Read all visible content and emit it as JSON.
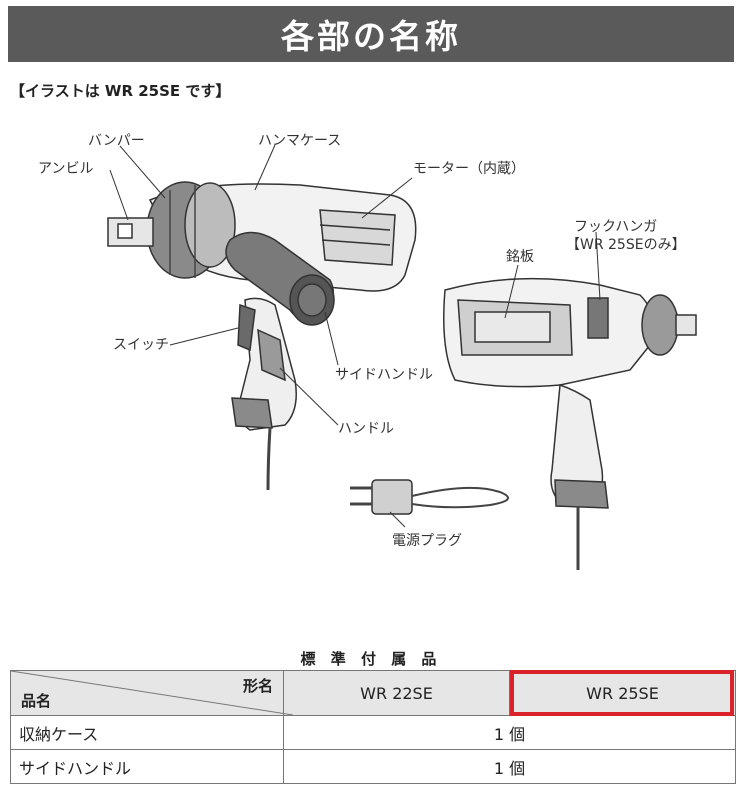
{
  "header": {
    "title": "各部の名称"
  },
  "note": "【イラストは WR 25SE です】",
  "parts": {
    "bumper": "バンパー",
    "hammer_case": "ハンマケース",
    "anvil": "アンビル",
    "motor": "モーター（内蔵）",
    "switch": "スイッチ",
    "side_handle": "サイドハンドル",
    "handle": "ハンドル",
    "hook_hanger_1": "フックハンガ",
    "hook_hanger_2": "【WR 25SEのみ】",
    "nameplate": "銘板",
    "power_plug": "電源プラグ"
  },
  "accessories": {
    "caption": "標 準 付 属 品",
    "col_item": "品名",
    "col_model": "形名",
    "models": [
      "WR 22SE",
      "WR 25SE"
    ],
    "rows": [
      {
        "name": "収納ケース",
        "qty": "1 個"
      },
      {
        "name": "サイドハンドル",
        "qty": "1 個"
      }
    ],
    "highlight_color": "#d9222a"
  }
}
